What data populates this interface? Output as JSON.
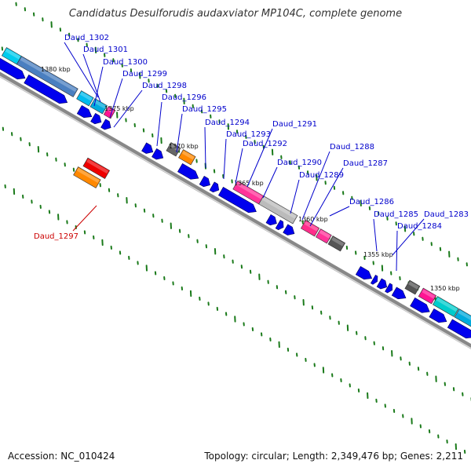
{
  "title": "Candidatus Desulforudis audaxviator MP104C, complete genome",
  "footer": {
    "accession": "Accession: NC_010424",
    "topology": "Topology: circular; Length: 2,349,476 bp; Genes: 2,211"
  },
  "colors": {
    "label_default": "#0000cc",
    "label_highlight": "#cc0000",
    "cds_blue": "#0000ee",
    "tick_green": "#1a7a1a",
    "backbone": "#888888"
  },
  "scale_ticks": [
    "1380 kbp",
    "1375 kbp",
    "1370 kbp",
    "1365 kbp",
    "1360 kbp",
    "1355 kbp",
    "1350 kbp"
  ],
  "gene_labels": [
    {
      "name": "Daud_1302",
      "highlight": false
    },
    {
      "name": "Daud_1301",
      "highlight": false
    },
    {
      "name": "Daud_1300",
      "highlight": false
    },
    {
      "name": "Daud_1299",
      "highlight": false
    },
    {
      "name": "Daud_1298",
      "highlight": false
    },
    {
      "name": "Daud_1296",
      "highlight": false
    },
    {
      "name": "Daud_1295",
      "highlight": false
    },
    {
      "name": "Daud_1294",
      "highlight": false
    },
    {
      "name": "Daud_1293",
      "highlight": false
    },
    {
      "name": "Daud_1292",
      "highlight": false
    },
    {
      "name": "Daud_1291",
      "highlight": false
    },
    {
      "name": "Daud_1290",
      "highlight": false
    },
    {
      "name": "Daud_1289",
      "highlight": false
    },
    {
      "name": "Daud_1288",
      "highlight": false
    },
    {
      "name": "Daud_1287",
      "highlight": false
    },
    {
      "name": "Daud_1286",
      "highlight": false
    },
    {
      "name": "Daud_1285",
      "highlight": false
    },
    {
      "name": "Daud_1284",
      "highlight": false
    },
    {
      "name": "Daud_1283",
      "highlight": false
    },
    {
      "name": "Daud_1297",
      "highlight": true
    }
  ]
}
